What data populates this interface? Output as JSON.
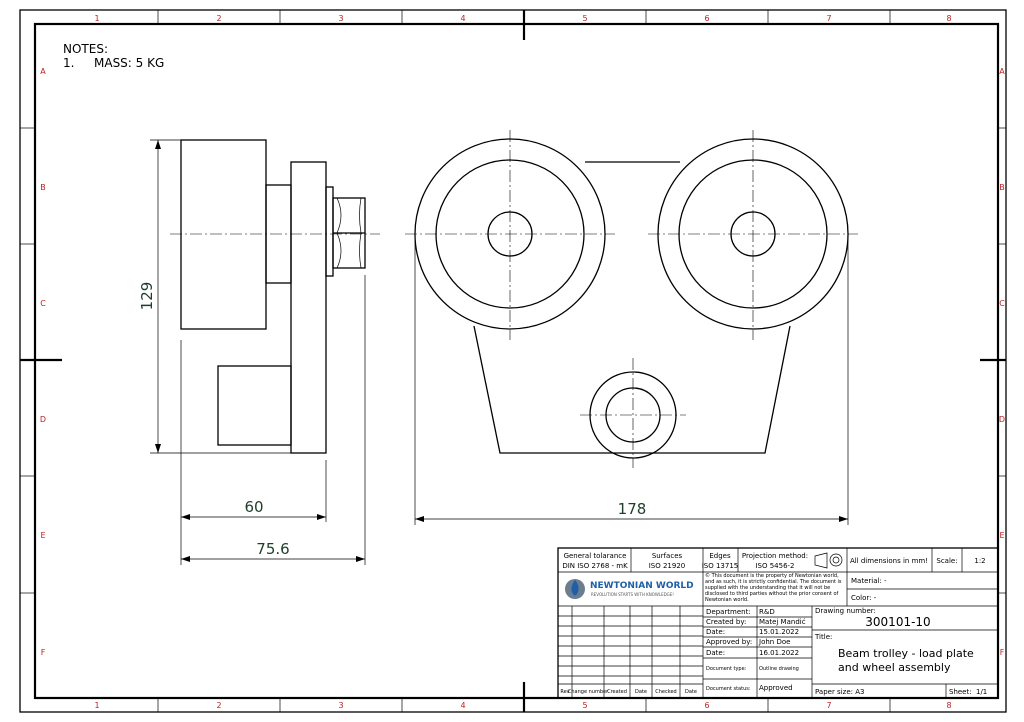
{
  "frame": {
    "columns": [
      "1",
      "2",
      "3",
      "4",
      "5",
      "6",
      "7",
      "8"
    ],
    "rows": [
      "A",
      "B",
      "C",
      "D",
      "E",
      "F"
    ]
  },
  "notes": {
    "heading": "NOTES:",
    "items": [
      {
        "num": "1.",
        "text": "MASS: 5 KG"
      }
    ]
  },
  "dimensions": {
    "height": "129",
    "plate_width": "60",
    "total_width": "75.6",
    "overall_length": "178"
  },
  "title_block": {
    "tolerance_label": "General tolarance",
    "tolerance_value": "DIN ISO 2768 - mK",
    "surfaces_label": "Surfaces",
    "surfaces_value": "ISO 21920",
    "edges_label": "Edges",
    "edges_value": "ISO 13715",
    "projection_label": "Projection method:",
    "projection_value": "ISO 5456-2",
    "units": "All dimensions in mm!",
    "scale_label": "Scale:",
    "scale_value": "1:2",
    "logo_name": "NEWTONIAN WORLD",
    "logo_tagline": "REVOLUTION STARTS WITH KNOWLEDGE!",
    "notice": [
      "© This document is the property of Newtonian world,",
      "and as such, it is strictly confidential. The document is",
      "supplied with the understanding that it will not be",
      "disclosed to third parties without the prior consent of",
      "Newtonian world."
    ],
    "material": "Material: -",
    "color": "Color: -",
    "revision_headers": [
      "Rev",
      "Change number",
      "Created",
      "Date",
      "Checked",
      "Date"
    ],
    "fields": [
      {
        "label": "Department:",
        "value": "R&D"
      },
      {
        "label": "Created by:",
        "value": "Matej Mandić"
      },
      {
        "label": "Date:",
        "value": "15.01.2022"
      },
      {
        "label": "Approved by:",
        "value": "John Doe"
      },
      {
        "label": "Date:",
        "value": "16.01.2022"
      },
      {
        "label": "Document type:",
        "value": "Outline drawing"
      },
      {
        "label": "Document status:",
        "value": "Approved"
      }
    ],
    "drawing_number_label": "Drawing number:",
    "drawing_number": "300101-10",
    "title_label": "Title:",
    "title_line1": "Beam trolley - load plate",
    "title_line2": "and wheel assembly",
    "paper_size": "Paper size: A3",
    "sheet_label": "Sheet:",
    "sheet_value": "1/1"
  },
  "colors": {
    "dimension_text": "#1d3f2a",
    "frame_markers": "#b22222",
    "logo_blue": "#1f5fa8"
  }
}
